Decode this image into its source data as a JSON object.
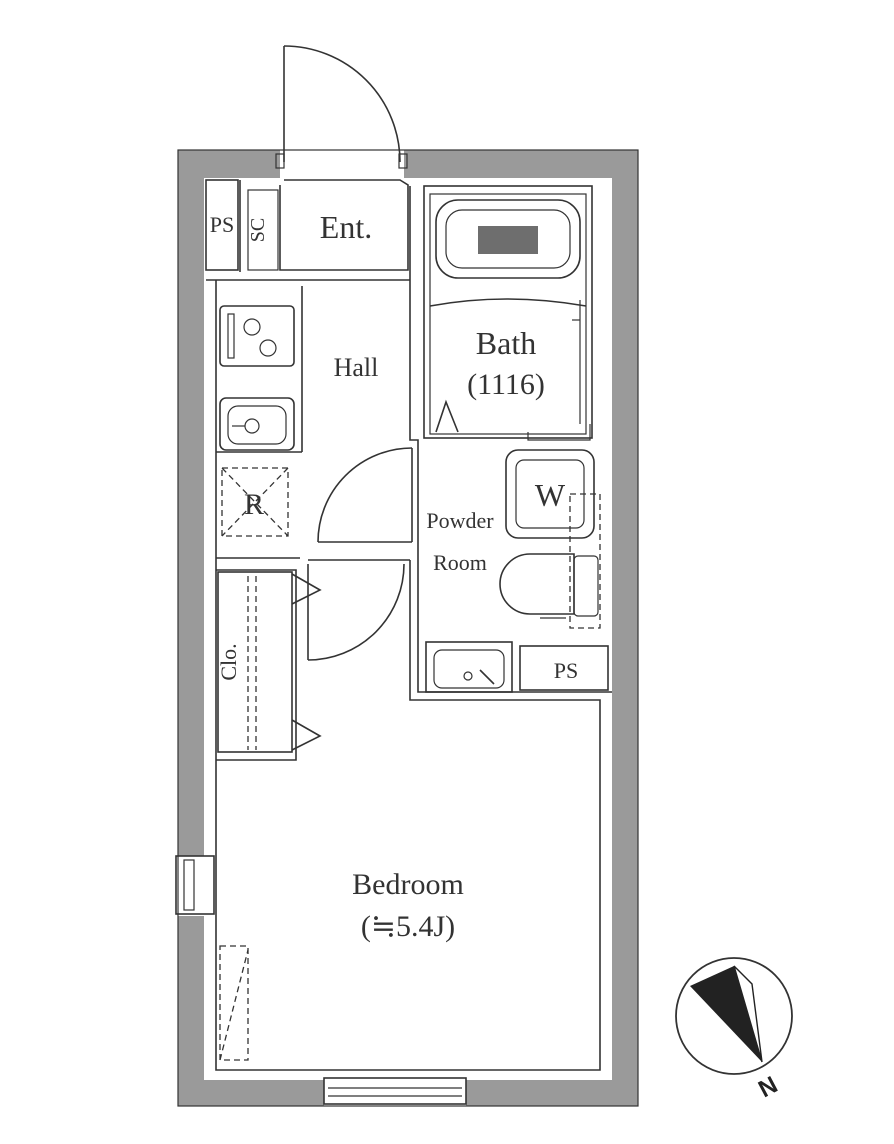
{
  "rooms": {
    "entrance": "Ent.",
    "ps_top": "PS",
    "shoe_closet": "SC",
    "hall": "Hall",
    "bath": "Bath",
    "bath_size": "(1116)",
    "washer": "W",
    "powder": "Powder",
    "powder_room": "Room",
    "ps_bottom": "PS",
    "refrigerator": "R",
    "closet": "Clo.",
    "bedroom": "Bedroom",
    "bedroom_size": "(≒5.4J)"
  },
  "compass": {
    "north": "N"
  },
  "colors": {
    "wall": "#9a9a9a",
    "storage": "#dde6f1",
    "line": "#333333"
  }
}
